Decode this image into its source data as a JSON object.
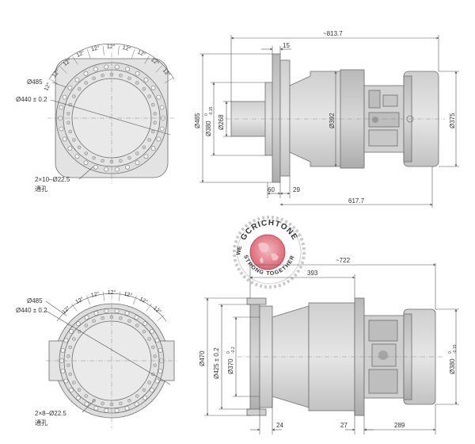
{
  "colors": {
    "body_light": "#dcdcdc",
    "body_mid": "#c9c9c9",
    "body_dark": "#b3b3b3",
    "face": "#e2e2e2",
    "line": "#555555",
    "stamp": "#d9606e",
    "stamp_dark": "#b34451"
  },
  "top_flange_view": {
    "diameter_outer": "Ø485",
    "diameter_pitch": "Ø440 ± 0.2",
    "angles": [
      "12°",
      "12°",
      "12°",
      "12°",
      "12°",
      "12°",
      "12°",
      "12°",
      "12°",
      "12°"
    ],
    "holes_note": "2×10–Ø22.5",
    "holes_note_sub": "通孔"
  },
  "top_side_view": {
    "overall_length": "~813.7",
    "flange_thickness": "15",
    "d_flange": "Ø485",
    "d_pilot": "Ø380",
    "d_pilot_tol": "0",
    "d_pilot_tol2": "-0.15",
    "d_shaft": "Ø268",
    "d_body": "Ø392",
    "d_motor": "Ø375",
    "dim_60": "60",
    "dim_29": "29",
    "dim_617": "617.7"
  },
  "bottom_flange_view": {
    "diameter_outer": "Ø485",
    "diameter_pitch": "Ø440 ± 0.2",
    "angles": [
      "12°",
      "12°",
      "12°",
      "12°",
      "12°",
      "12°",
      "12°"
    ],
    "holes_note": "2×8–Ø22.5",
    "holes_note_sub": "通孔"
  },
  "bottom_side_view": {
    "overall_length": "~722",
    "dim_393": "393",
    "d_flange": "Ø470",
    "d_bolt": "Ø425 ± 0.2",
    "d_pilot": "Ø370",
    "d_pilot_tol": "0",
    "d_pilot_tol2": "-0.2",
    "d_right": "Ø380",
    "d_right_tol": "0",
    "d_right_tol2": "-0.15",
    "dim_24": "24",
    "dim_27": "27",
    "dim_289": "289"
  },
  "watermark": {
    "top_text": "GCRICHTONE",
    "left_text": "WE",
    "bottom_text": "STRONG TOGETHER"
  }
}
